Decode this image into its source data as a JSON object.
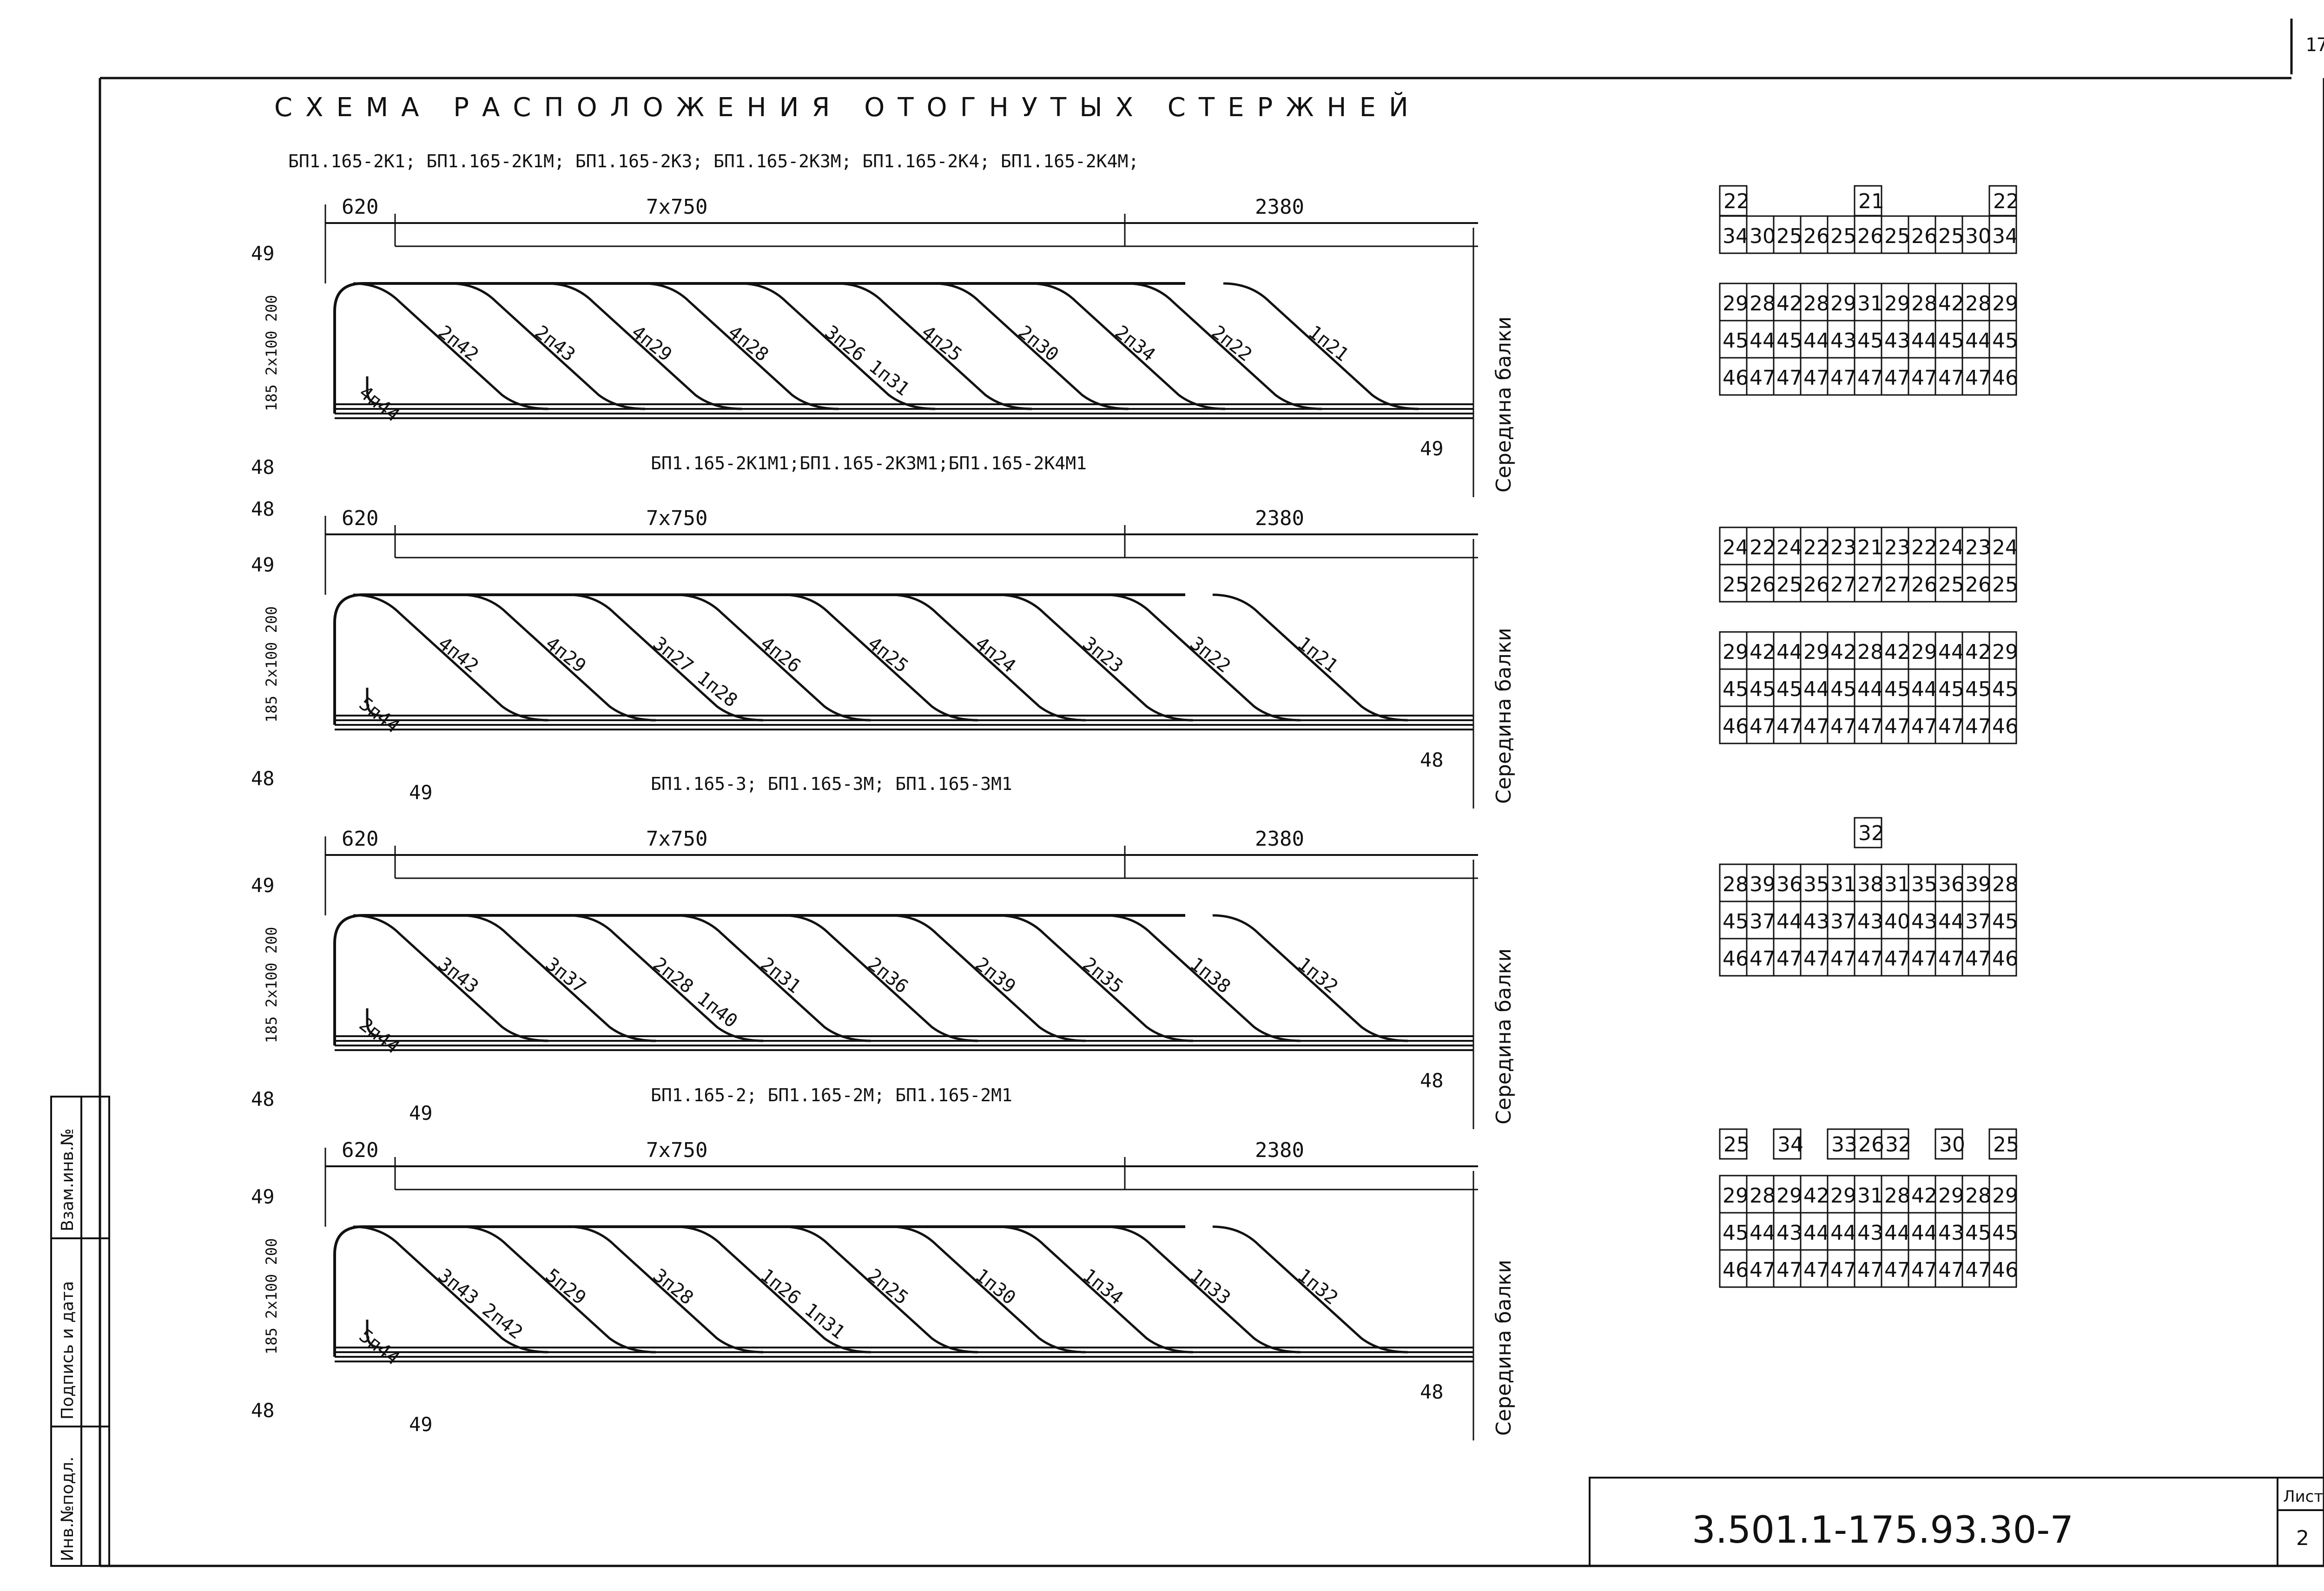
{
  "page_no": "17",
  "title": "СХЕМА РАСПОЛОЖЕНИЯ ОТОГНУТЫХ СТЕРЖНЕЙ",
  "document_code": "3.501.1-175.93.30-7",
  "sheet_label": "Лист",
  "sheet_no": "2",
  "side_stamp": [
    "Инв.№подл.",
    "Подпись и дата",
    "Взам.инв.№"
  ],
  "beam_mid_label": "Середина балки",
  "schemes": [
    {
      "heading": "БП1.165-2К1; БП1.165-2К1М; БП1.165-2К3; БП1.165-2К3М; БП1.165-2К4; БП1.165-2К4М;",
      "dims": {
        "first": "620",
        "mid": "7x750",
        "last": "2380",
        "side": "185 2x100 200"
      },
      "marks": [
        "49",
        "48",
        "48",
        "49"
      ],
      "labels": [
        "2п42",
        "2п43",
        "4п29",
        "4п28",
        "3п26 1п31",
        "4п25",
        "2п30",
        "2п34",
        "2п22",
        "1п21"
      ],
      "corner": "4п44",
      "top_codes": [
        {
          "text": "22",
          "col": 0
        },
        {
          "text": "21",
          "col": 5
        },
        {
          "text": "22",
          "col": 10
        }
      ],
      "table_a": [
        [
          "34",
          "30",
          "25",
          "26",
          "25",
          "26",
          "25",
          "26",
          "25",
          "30",
          "34"
        ]
      ],
      "table_b": [
        [
          "29",
          "28",
          "42",
          "28",
          "29",
          "31",
          "29",
          "28",
          "42",
          "28",
          "29"
        ],
        [
          "45",
          "44",
          "45",
          "44",
          "43",
          "45",
          "43",
          "44",
          "45",
          "44",
          "45"
        ],
        [
          "46",
          "47",
          "47",
          "47",
          "47",
          "47",
          "47",
          "47",
          "47",
          "47",
          "46"
        ]
      ]
    },
    {
      "heading": "БП1.165-2К1М1;БП1.165-2К3М1;БП1.165-2К4М1",
      "dims": {
        "first": "620",
        "mid": "7x750",
        "last": "2380",
        "side": "185 2x100 200"
      },
      "marks": [
        "49",
        "48",
        "49",
        "48"
      ],
      "labels": [
        "4п42",
        "4п29",
        "3п27 1п28",
        "4п26",
        "4п25",
        "4п24",
        "3п23",
        "3п22",
        "1п21"
      ],
      "corner": "5п44",
      "top_codes": [],
      "table_a": [
        [
          "24",
          "22",
          "24",
          "22",
          "23",
          "21",
          "23",
          "22",
          "24",
          "23",
          "24"
        ],
        [
          "25",
          "26",
          "25",
          "26",
          "27",
          "27",
          "27",
          "26",
          "25",
          "26",
          "25"
        ]
      ],
      "table_b": [
        [
          "29",
          "42",
          "44",
          "29",
          "42",
          "28",
          "42",
          "29",
          "44",
          "42",
          "29"
        ],
        [
          "45",
          "45",
          "45",
          "44",
          "45",
          "44",
          "45",
          "44",
          "45",
          "45",
          "45"
        ],
        [
          "46",
          "47",
          "47",
          "47",
          "47",
          "47",
          "47",
          "47",
          "47",
          "47",
          "46"
        ]
      ]
    },
    {
      "heading": "БП1.165-3; БП1.165-3М; БП1.165-3М1",
      "dims": {
        "first": "620",
        "mid": "7x750",
        "last": "2380",
        "side": "185 2x100 200"
      },
      "marks": [
        "49",
        "48",
        "49",
        "48"
      ],
      "labels": [
        "3п43",
        "3п37",
        "2п28 1п40",
        "2п31",
        "2п36",
        "2п39",
        "2п35",
        "1п38",
        "1п32"
      ],
      "corner": "2п44",
      "top_codes": [
        {
          "text": "32",
          "col": 5
        }
      ],
      "table_a": [],
      "table_b": [
        [
          "28",
          "39",
          "36",
          "35",
          "31",
          "38",
          "31",
          "35",
          "36",
          "39",
          "28"
        ],
        [
          "45",
          "37",
          "44",
          "43",
          "37",
          "43",
          "40",
          "43",
          "44",
          "37",
          "45"
        ],
        [
          "46",
          "47",
          "47",
          "47",
          "47",
          "47",
          "47",
          "47",
          "47",
          "47",
          "46"
        ]
      ]
    },
    {
      "heading": "БП1.165-2; БП1.165-2М; БП1.165-2М1",
      "dims": {
        "first": "620",
        "mid": "7x750",
        "last": "2380",
        "side": "185 2x100 200"
      },
      "marks": [
        "49",
        "48",
        "49",
        "48"
      ],
      "labels": [
        "3п43 2п42",
        "5п29",
        "3п28",
        "1п26 1п31",
        "2п25",
        "1п30",
        "1п34",
        "1п33",
        "1п32"
      ],
      "corner": "5п44",
      "top_codes": [
        {
          "text": "25",
          "col": 0
        },
        {
          "text": "34",
          "col": 2
        },
        {
          "text": "33",
          "col": 4
        },
        {
          "text": "26",
          "col": 5
        },
        {
          "text": "32",
          "col": 6
        },
        {
          "text": "30",
          "col": 8
        },
        {
          "text": "25",
          "col": 10
        }
      ],
      "table_a": [],
      "table_b": [
        [
          "29",
          "28",
          "29",
          "42",
          "29",
          "31",
          "28",
          "42",
          "29",
          "28",
          "29"
        ],
        [
          "45",
          "44",
          "43",
          "44",
          "44",
          "43",
          "44",
          "44",
          "43",
          "45",
          "45"
        ],
        [
          "46",
          "47",
          "47",
          "47",
          "47",
          "47",
          "47",
          "47",
          "47",
          "47",
          "46"
        ]
      ]
    }
  ]
}
